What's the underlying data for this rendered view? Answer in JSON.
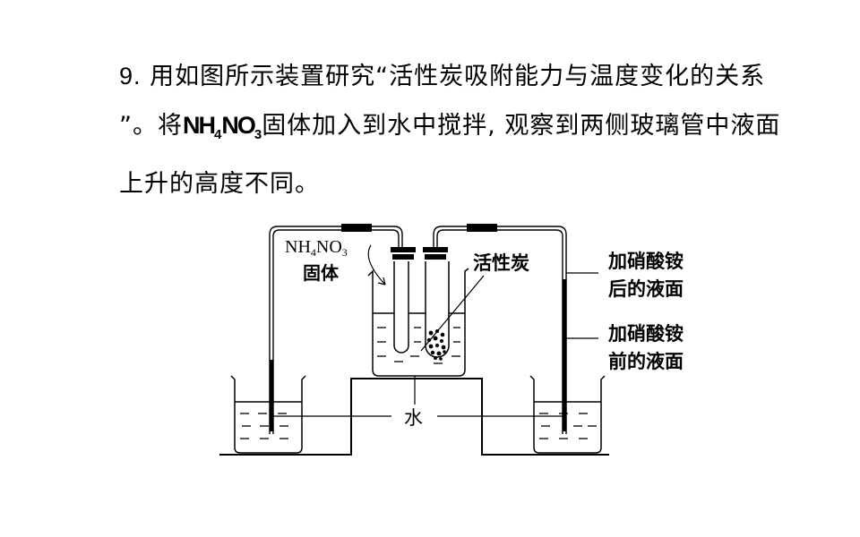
{
  "question": {
    "number": "9.",
    "text_1": " 用如图所示装置研究“活性炭吸附能力与温度变化的关系",
    "text_2a": "”。将",
    "chem_n": "N",
    "chem_h": "H",
    "chem_sub1": "4",
    "chem_no": "NO",
    "chem_sub2": "3",
    "text_2b": "固体加入到水中搅拌, 观察到两侧玻璃管中液面",
    "text_3": "上升的高度不同。"
  },
  "figure": {
    "nh4no3_main": "NH",
    "nh4no3_sub1": "4",
    "nh4no3_mid": "NO",
    "nh4no3_sub2": "3",
    "solid_label": "固体",
    "carbon_label": "活性炭",
    "after_label_1": "加硝酸铵",
    "after_label_2": "后的液面",
    "before_label_1": "加硝酸铵",
    "before_label_2": "前的液面",
    "water_label": "水"
  }
}
